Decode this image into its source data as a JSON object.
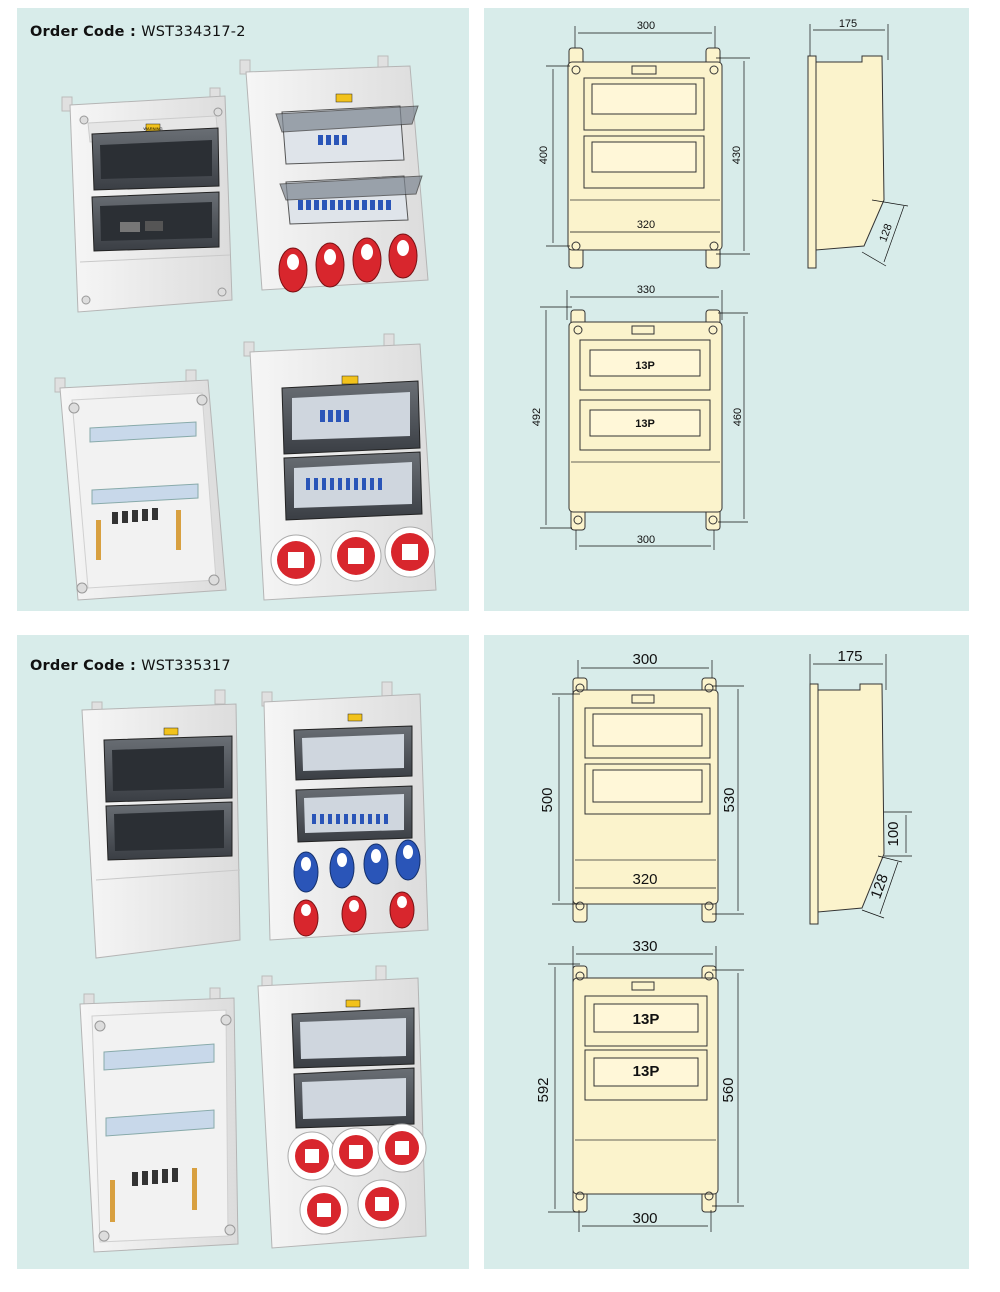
{
  "sections": [
    {
      "order_label": "Order Code",
      "order_sep": ":",
      "order_code": "WST334317-2",
      "front_a": {
        "width_top": "300",
        "height_left": "400",
        "height_right": "430",
        "width_inner": "320"
      },
      "side": {
        "depth": "175",
        "angle": "128"
      },
      "front_b": {
        "width_top": "330",
        "height_left": "492",
        "height_right": "460",
        "width_bottom": "300",
        "rail_label_1": "13P",
        "rail_label_2": "13P"
      }
    },
    {
      "order_label": "Order Code",
      "order_sep": ":",
      "order_code": "WST335317",
      "front_a": {
        "width_top": "300",
        "height_left": "500",
        "height_right": "530",
        "width_inner": "320"
      },
      "side": {
        "depth": "175",
        "step": "100",
        "angle": "128"
      },
      "front_b": {
        "width_top": "330",
        "height_left": "592",
        "height_right": "560",
        "width_bottom": "300",
        "rail_label_1": "13P",
        "rail_label_2": "13P"
      }
    }
  ],
  "colors": {
    "panel_bg": "#d8ecea",
    "drawing_fill": "#fbf3cc",
    "socket_red": "#d8262d",
    "socket_blue": "#2a55b8",
    "enclosure": "#eeeeee"
  },
  "labels": {
    "warning": "WARNING"
  }
}
